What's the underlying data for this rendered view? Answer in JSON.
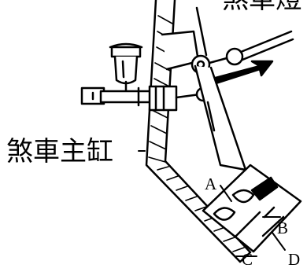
{
  "labels": {
    "top_partial": "煞車燈",
    "master_cylinder": "煞車主缸",
    "point_a": "A",
    "point_b": "B",
    "point_c": "C",
    "point_d": "D"
  },
  "colors": {
    "ink": "#000000",
    "paper": "#ffffff"
  }
}
